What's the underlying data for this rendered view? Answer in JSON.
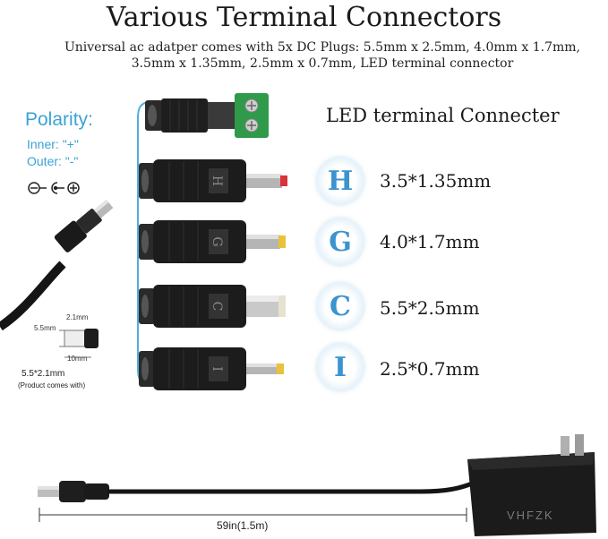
{
  "header": {
    "title": "Various Terminal Connectors",
    "subtitle_line1": "Universal ac adatper comes with 5x DC Plugs: 5.5mm x 2.5mm, 4.0mm x 1.7mm,",
    "subtitle_line2": "3.5mm x 1.35mm, 2.5mm x 0.7mm, LED terminal connector"
  },
  "polarity": {
    "title": "Polarity:",
    "inner": "Inner: \"+\"",
    "outer": "Outer: \"-\""
  },
  "connectors": {
    "led_label": "LED terminal Connecter",
    "tips": [
      {
        "letter": "H",
        "size": "3.5*1.35mm",
        "tip_color": "#d8343a"
      },
      {
        "letter": "G",
        "size": "4.0*1.7mm",
        "tip_color": "#e8c23a"
      },
      {
        "letter": "C",
        "size": "5.5*2.5mm",
        "tip_color": "#e6e2cf"
      },
      {
        "letter": "I",
        "size": "2.5*0.7mm",
        "tip_color": "#e8c23a"
      }
    ]
  },
  "spec": {
    "outer_dim": "5.5mm",
    "inner_dim": "2.1mm",
    "length_dim": "10mm",
    "plug_label": "5.5*2.1mm",
    "plug_note": "(Product comes with)"
  },
  "cable": {
    "length": "59in(1.5m)",
    "brand": "VHFZK"
  },
  "colors": {
    "accent": "#3aa2d6",
    "badge_letter": "#3b93d0",
    "plug_body": "#1e1e1e",
    "terminal_green": "#2e9a4a"
  }
}
